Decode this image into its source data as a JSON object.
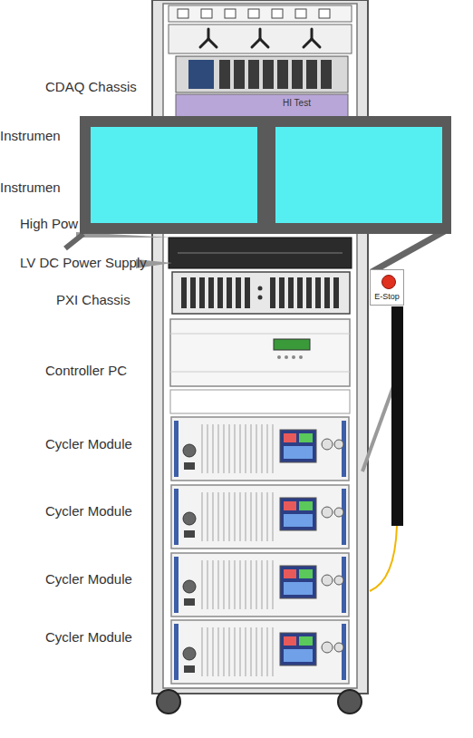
{
  "diagram": {
    "nodes": [
      {
        "text": [
          "E-Stop"
        ]
      }
    ],
    "labels": [
      "CDAQ Chassis",
      "HI Test",
      "Instrumen",
      "Instrumen",
      "High Pow",
      "LV DC Power Supply",
      "PXI Chassis",
      "Controller PC",
      "Cycler Module",
      "Cycler Module",
      "Cycler Module",
      "Cycler Module"
    ]
  }
}
